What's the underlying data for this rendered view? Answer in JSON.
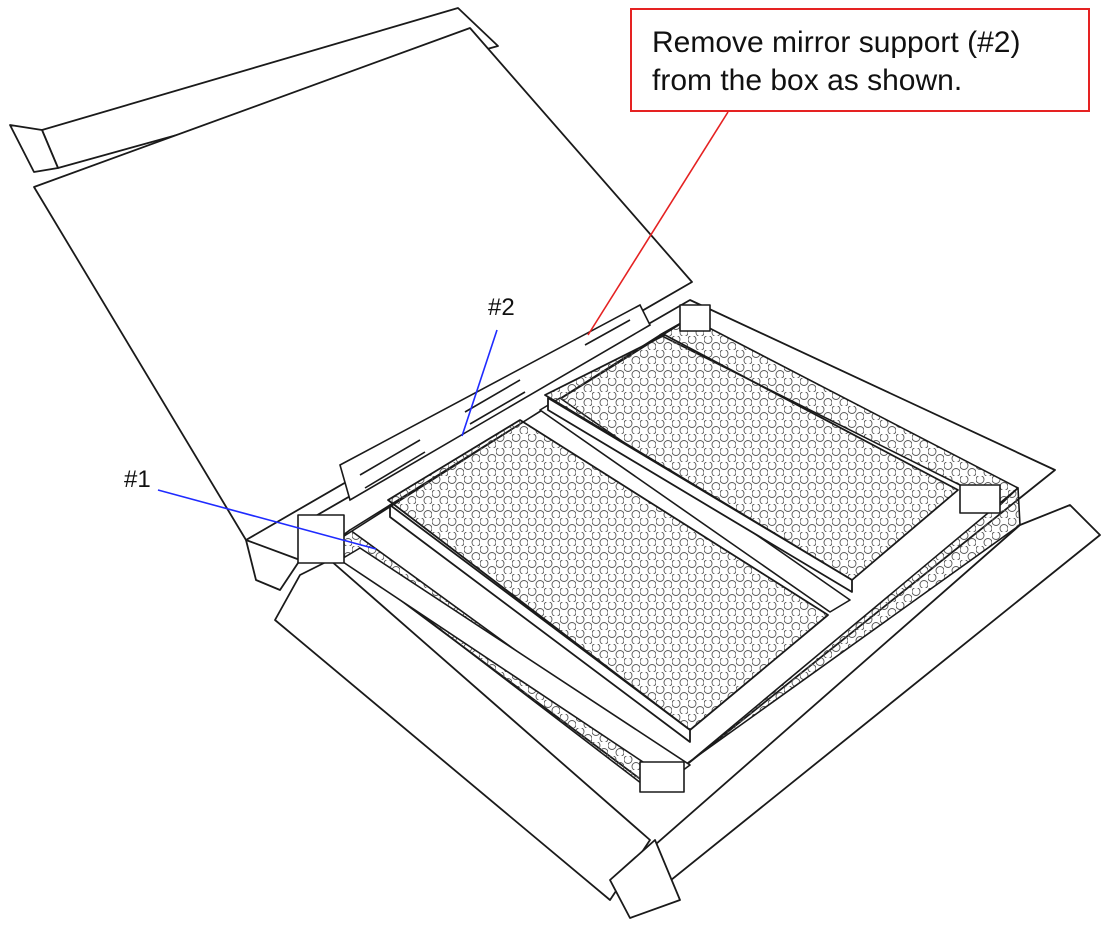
{
  "callout": {
    "lines": [
      "Remove mirror support (#2)",
      "from the box as shown."
    ],
    "border_color": "#e52222",
    "leader_color": "#e52222"
  },
  "parts": {
    "part_2": {
      "label": "#2",
      "leader_color": "#1f2bff"
    },
    "part_1": {
      "label": "#1",
      "leader_color": "#1f2bff"
    }
  },
  "colors": {
    "line_art": "#1a1a1a",
    "background": "#ffffff"
  }
}
